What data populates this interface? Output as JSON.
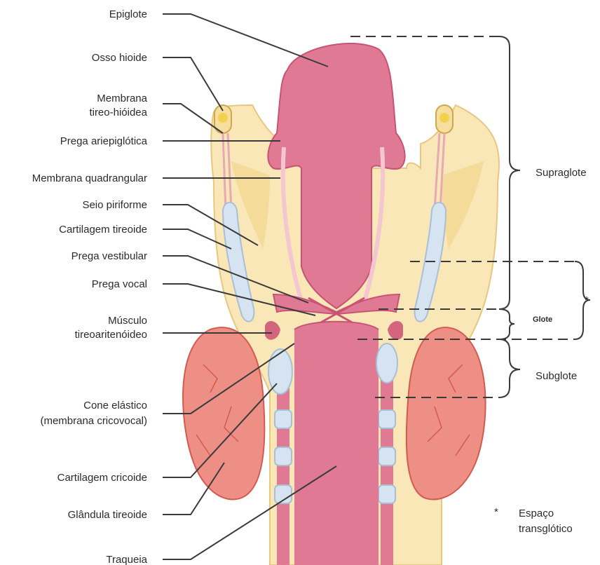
{
  "labels": {
    "epiglote": "Epiglote",
    "osso_hioide": "Osso hioide",
    "membrana_tireo_1": "Membrana",
    "membrana_tireo_2": "tireo-hióidea",
    "prega_ariepiglotica": "Prega ariepiglótica",
    "membrana_quadrangular": "Membrana quadrangular",
    "seio_piriforme": "Seio piriforme",
    "cartilagem_tireoide": "Cartilagem tireoide",
    "prega_vestibular": "Prega vestibular",
    "prega_vocal": "Prega vocal",
    "musculo_1": "Músculo",
    "musculo_2": "tireoaritenóideo",
    "cone_1": "Cone elástico",
    "cone_2": "(membrana cricovocal)",
    "cartilagem_cricoide": "Cartilagem cricoide",
    "glandula_tireoide": "Glândula tireoide",
    "traqueia": "Traqueia"
  },
  "regions": {
    "supraglote": "Supraglote",
    "glote": "Glote",
    "subglote": "Subglote",
    "asterisk": "*",
    "espaco_1": "Espaço",
    "espaco_2": "transglótico"
  },
  "colors": {
    "mucosa": "#e07a94",
    "mucosa_light": "#ee9fb2",
    "mucosa_dark": "#c95275",
    "cartilage_yellow": "#f6dda0",
    "cartilage_fill": "#f9e7b8",
    "cartilage_blue": "#d6e4f2",
    "thyroid_gland": "#ee8f86",
    "thyroid_vessel": "#d4594f"
  }
}
